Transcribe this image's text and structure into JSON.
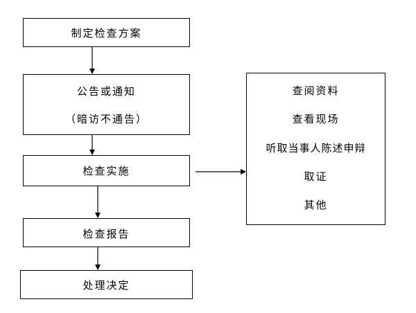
{
  "flow_steps": [
    {
      "label": "制定检查方案"
    },
    {
      "line1": "公告或通知",
      "line2": "（暗访不通告）"
    },
    {
      "label": "检查实施"
    },
    {
      "label": "检查报告"
    },
    {
      "label": "处理决定"
    }
  ],
  "methods": [
    "查阅资料",
    "查看现场",
    "听取当事人陈述申辩",
    "取证",
    "其他"
  ]
}
